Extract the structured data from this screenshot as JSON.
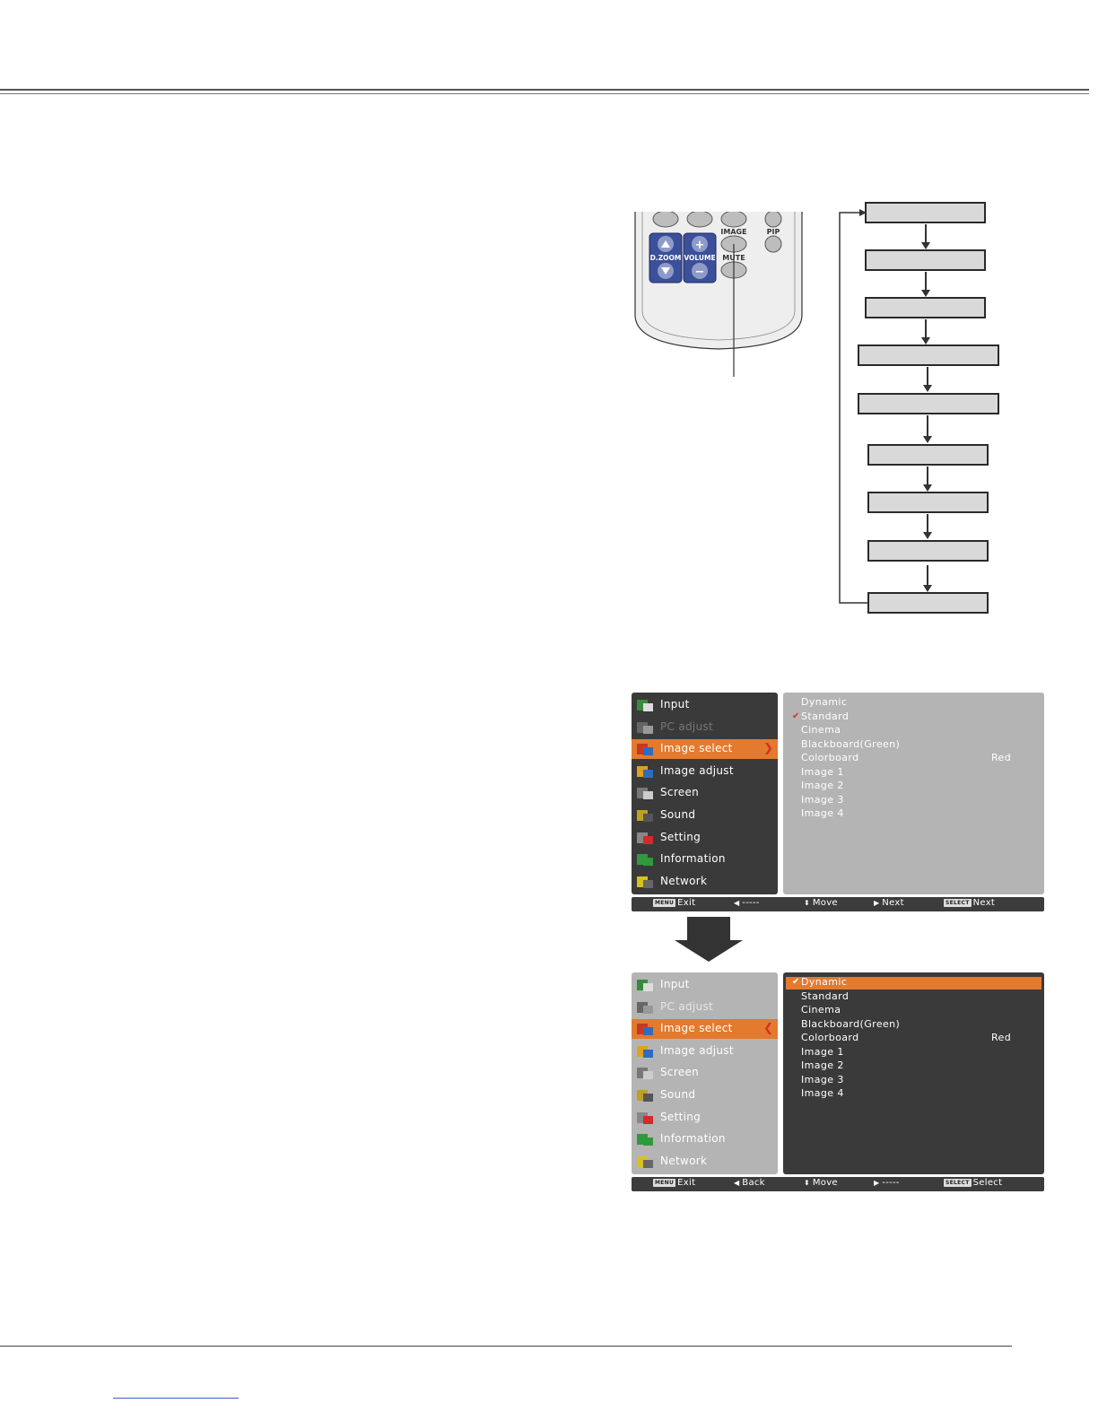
{
  "remote": {
    "image_key": "IMAGE",
    "pip_key": "PIP",
    "mute_key": "MUTE",
    "dzoom_key": "D.ZOOM",
    "volume_key": "VOLUME",
    "plus": "+",
    "minus": "−"
  },
  "osd_panels": [
    {
      "menu": [
        {
          "label": "Input",
          "icon": "input-icon"
        },
        {
          "label": "PC adjust",
          "icon": "pc-adjust-icon"
        },
        {
          "label": "Image select",
          "icon": "image-select-icon"
        },
        {
          "label": "Image adjust",
          "icon": "image-adjust-icon"
        },
        {
          "label": "Screen",
          "icon": "screen-icon"
        },
        {
          "label": "Sound",
          "icon": "sound-icon"
        },
        {
          "label": "Setting",
          "icon": "setting-icon"
        },
        {
          "label": "Information",
          "icon": "information-icon"
        },
        {
          "label": "Network",
          "icon": "network-icon"
        }
      ],
      "sub_items": [
        "Dynamic",
        "Standard",
        "Cinema",
        "Blackboard(Green)",
        "Colorboard",
        "Image 1",
        "Image 2",
        "Image 3",
        "Image 4"
      ],
      "colorboard_value": "Red",
      "bar": {
        "menu_key": "MENU",
        "exit": "Exit",
        "back": "-----",
        "move": "Move",
        "right": "Next",
        "select_key": "SELECT",
        "select": "Next"
      }
    },
    {
      "menu": [
        {
          "label": "Input",
          "icon": "input-icon"
        },
        {
          "label": "PC adjust",
          "icon": "pc-adjust-icon"
        },
        {
          "label": "Image select",
          "icon": "image-select-icon"
        },
        {
          "label": "Image adjust",
          "icon": "image-adjust-icon"
        },
        {
          "label": "Screen",
          "icon": "screen-icon"
        },
        {
          "label": "Sound",
          "icon": "sound-icon"
        },
        {
          "label": "Setting",
          "icon": "setting-icon"
        },
        {
          "label": "Information",
          "icon": "information-icon"
        },
        {
          "label": "Network",
          "icon": "network-icon"
        }
      ],
      "sub_items": [
        "Dynamic",
        "Standard",
        "Cinema",
        "Blackboard(Green)",
        "Colorboard",
        "Image 1",
        "Image 2",
        "Image 3",
        "Image 4"
      ],
      "colorboard_value": "Red",
      "bar": {
        "menu_key": "MENU",
        "exit": "Exit",
        "back": "Back",
        "move": "Move",
        "right": "-----",
        "select_key": "SELECT",
        "select": "Select"
      }
    }
  ],
  "colors": {
    "accent": "#e37a2e",
    "check": "#d92d1d",
    "osd_dark": "#3a3a3a",
    "osd_light": "#b4b4b4"
  }
}
